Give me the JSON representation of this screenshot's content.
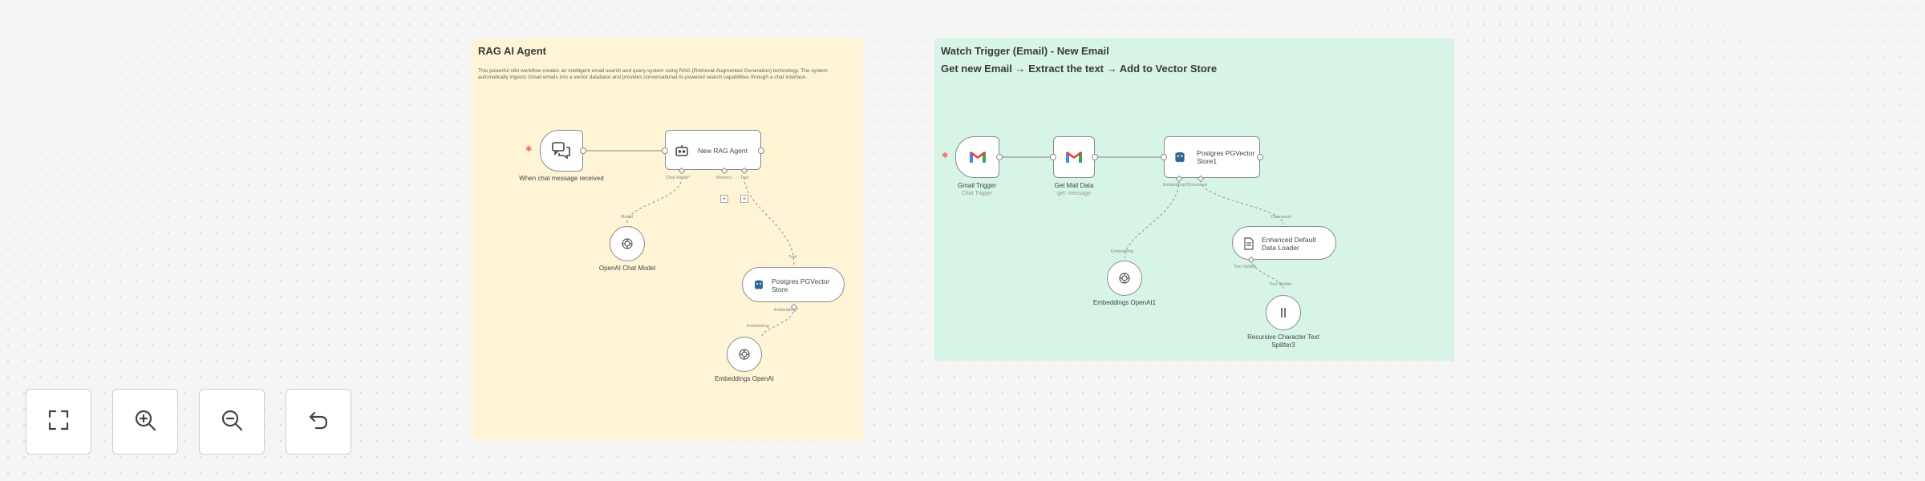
{
  "stickies": {
    "rag": {
      "title": "RAG AI Agent",
      "description": "This powerful n8n workflow creates an intelligent email search and query system using RAG (Retrieval-Augmented Generation) technology. The system automatically ingests Gmail emails into a vector database and provides conversational AI-powered search capabilities through a chat interface."
    },
    "email": {
      "title": "Watch Trigger (Email) - New Email",
      "subtitle": "Get new Email → Extract the text → Add to Vector Store"
    }
  },
  "nodes": {
    "chat_trigger": {
      "label": "When chat message received"
    },
    "rag_agent": {
      "label": "New RAG Agent"
    },
    "openai_chat": {
      "label": "OpenAI Chat Model"
    },
    "pg_vector_store_tool": {
      "label": "Postgres PGVector Store"
    },
    "embeddings_openai_1": {
      "label": "Embeddings OpenAI"
    },
    "gmail_trigger": {
      "label": "Gmail Trigger",
      "sub": "Chat Trigger"
    },
    "get_mail_data": {
      "label": "Get Mail Data",
      "sub": "get: message"
    },
    "pg_vector_store_insert": {
      "label": "Postgres PGVector Store1"
    },
    "embeddings_openai_2": {
      "label": "Embeddings OpenAI1"
    },
    "data_loader": {
      "label": "Enhanced Default Data Loader"
    },
    "text_splitter": {
      "label": "Recursive Character Text Splitter3"
    }
  },
  "ports": {
    "chat_model": "Chat Model*",
    "memory": "Memory",
    "tool": "Tool",
    "model": "Model",
    "embedding_star": "Embedding*",
    "embedding": "Embedding",
    "document": "Document",
    "text_splitter": "Text Splitter",
    "tool_in": "Tool"
  },
  "controls": {
    "fit": "fit-view",
    "zoom_in": "zoom-in",
    "zoom_out": "zoom-out",
    "undo": "undo"
  },
  "colors": {
    "sticky_yellow": "#fff4d6",
    "sticky_green": "#d7f5e6",
    "trigger_star": "#ff6d5a",
    "gmail_red": "#ea4335",
    "postgres_blue": "#336791"
  }
}
